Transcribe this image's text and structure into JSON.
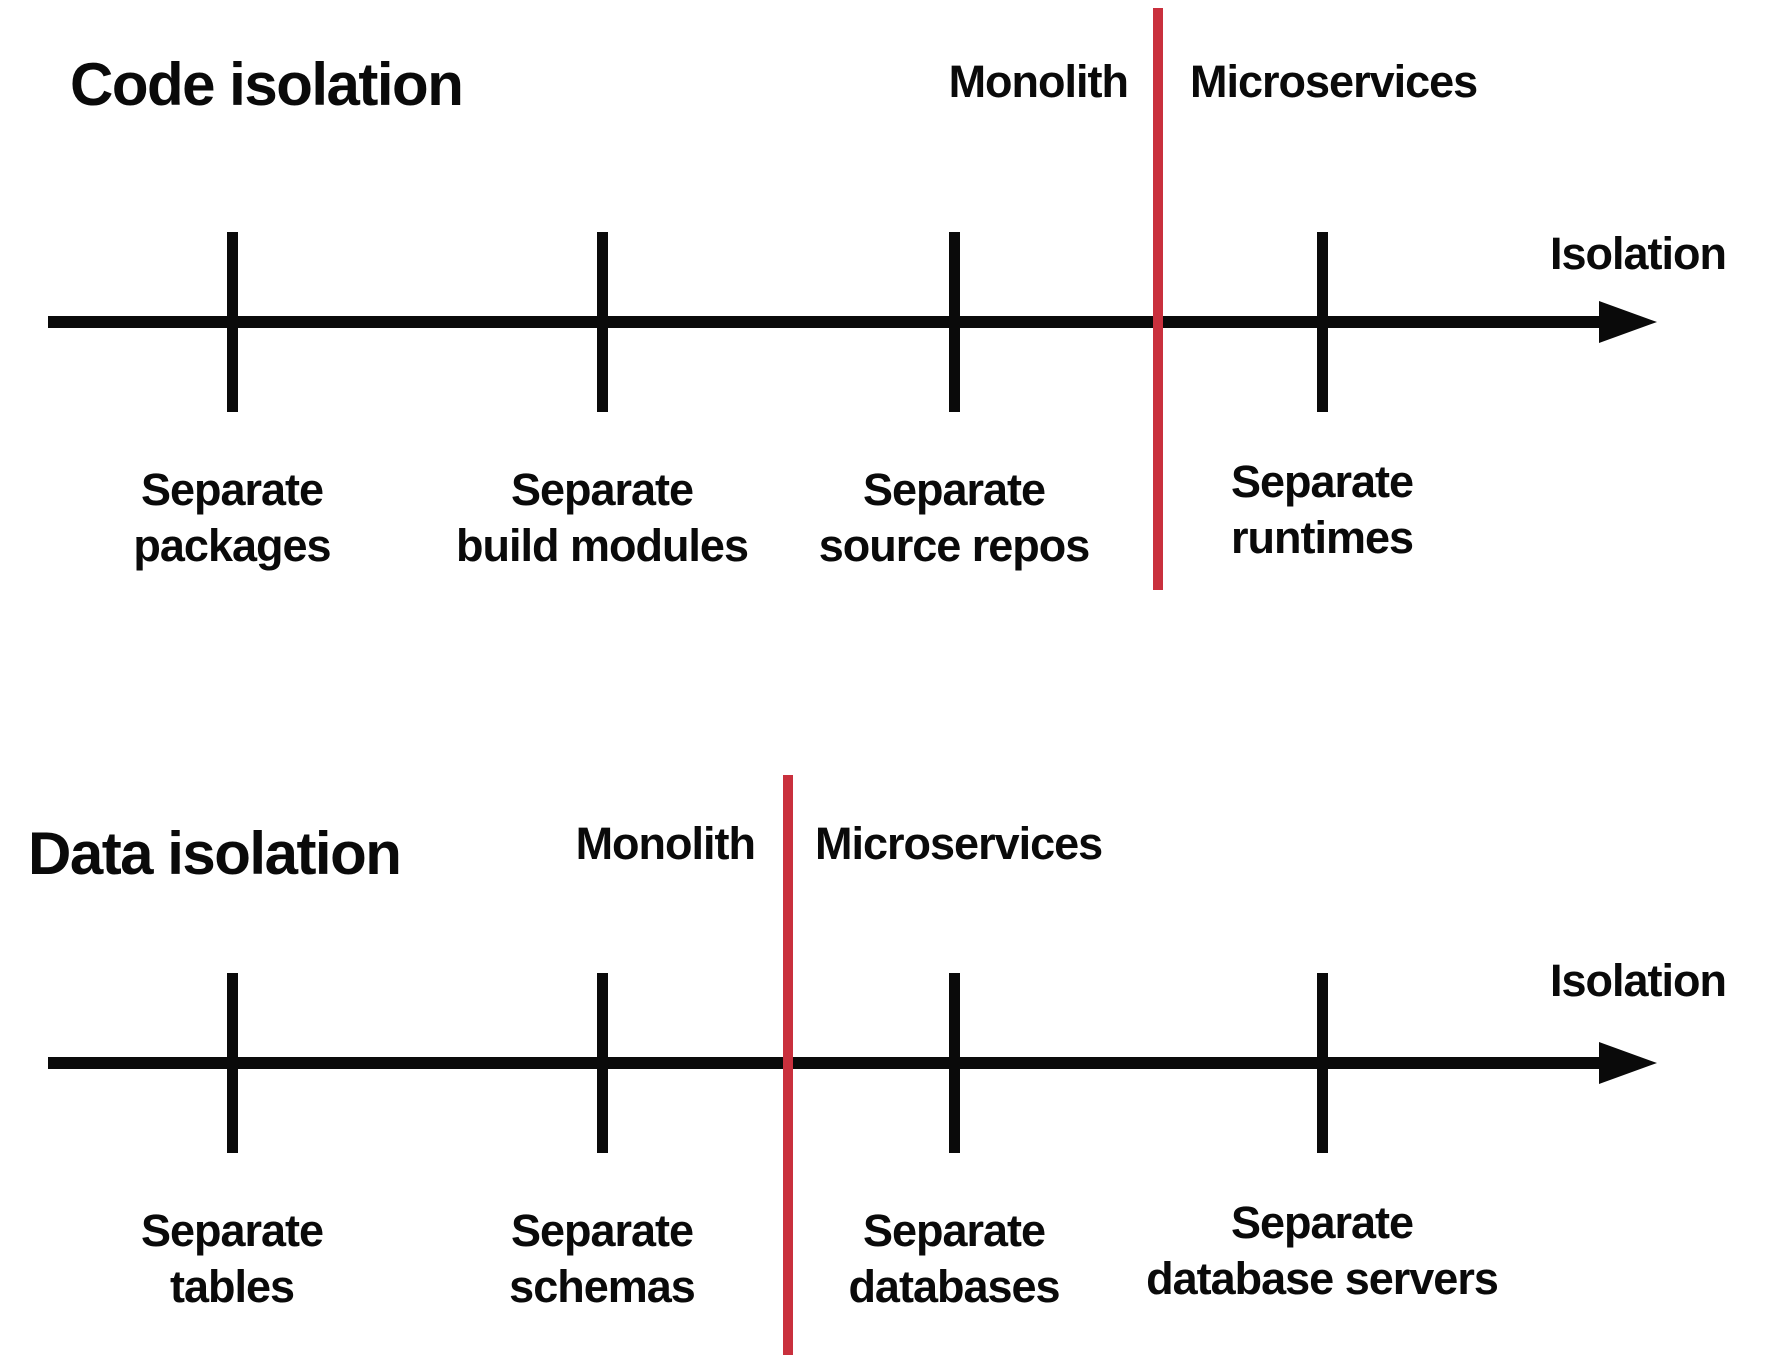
{
  "colors": {
    "accent_red": "#C9303D",
    "ink": "#0A0A0A",
    "background": "#FFFFFF"
  },
  "diagrams": [
    {
      "title": "Code isolation",
      "zone_left_label": "Monolith",
      "zone_right_label": "Microservices",
      "axis_label": "Isolation",
      "ticks": [
        {
          "line1": "Separate",
          "line2": "packages"
        },
        {
          "line1": "Separate",
          "line2": "build modules"
        },
        {
          "line1": "Separate",
          "line2": "source repos"
        },
        {
          "line1": "Separate",
          "line2": "runtimes"
        }
      ]
    },
    {
      "title": "Data isolation",
      "zone_left_label": "Monolith",
      "zone_right_label": "Microservices",
      "axis_label": "Isolation",
      "ticks": [
        {
          "line1": "Separate",
          "line2": "tables"
        },
        {
          "line1": "Separate",
          "line2": "schemas"
        },
        {
          "line1": "Separate",
          "line2": "databases"
        },
        {
          "line1": "Separate",
          "line2": "database servers"
        }
      ]
    }
  ]
}
